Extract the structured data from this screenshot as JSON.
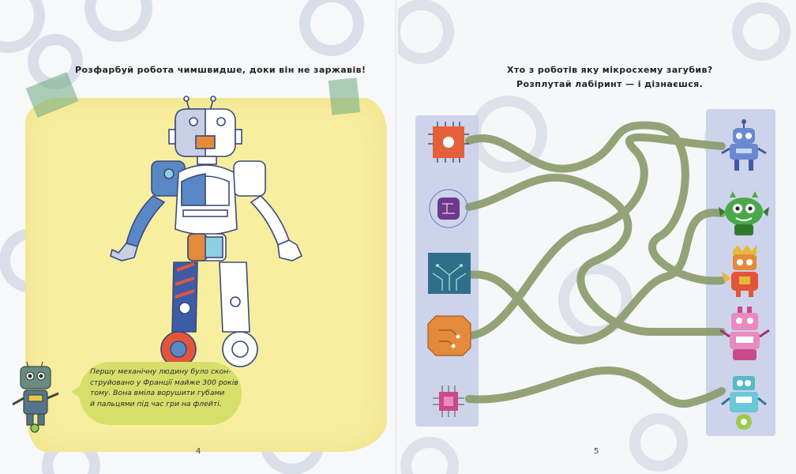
{
  "left_page": {
    "instruction": "Розфарбуй робота чимшвидше, доки він не заржавів!",
    "fact_lines": [
      "Першу механічну людину було скон-",
      "струйовано у Франції майже 300 років",
      "тому. Вона вміла ворушити губами",
      "й пальцями під час гри на флейті."
    ],
    "page_number": "4"
  },
  "right_page": {
    "instruction_line1": "Хто з роботів яку мікросхему загубив?",
    "instruction_line2": "Розплутай лабіринт — і дізнаєшся.",
    "page_number": "5",
    "chips": [
      "orange-square-chip",
      "purple-round-chip",
      "teal-circuit-chip",
      "orange-octagon-chip",
      "pink-small-chip"
    ],
    "robots": [
      "blue-robot",
      "green-robot",
      "orange-robot",
      "pink-robot",
      "teal-robot"
    ]
  },
  "colors": {
    "gear": "#dfe3ec",
    "note": "#f8eea0",
    "bubble": "#d6df6a",
    "maze_path": "#8a9a6a",
    "column": "#cdd3ea"
  }
}
